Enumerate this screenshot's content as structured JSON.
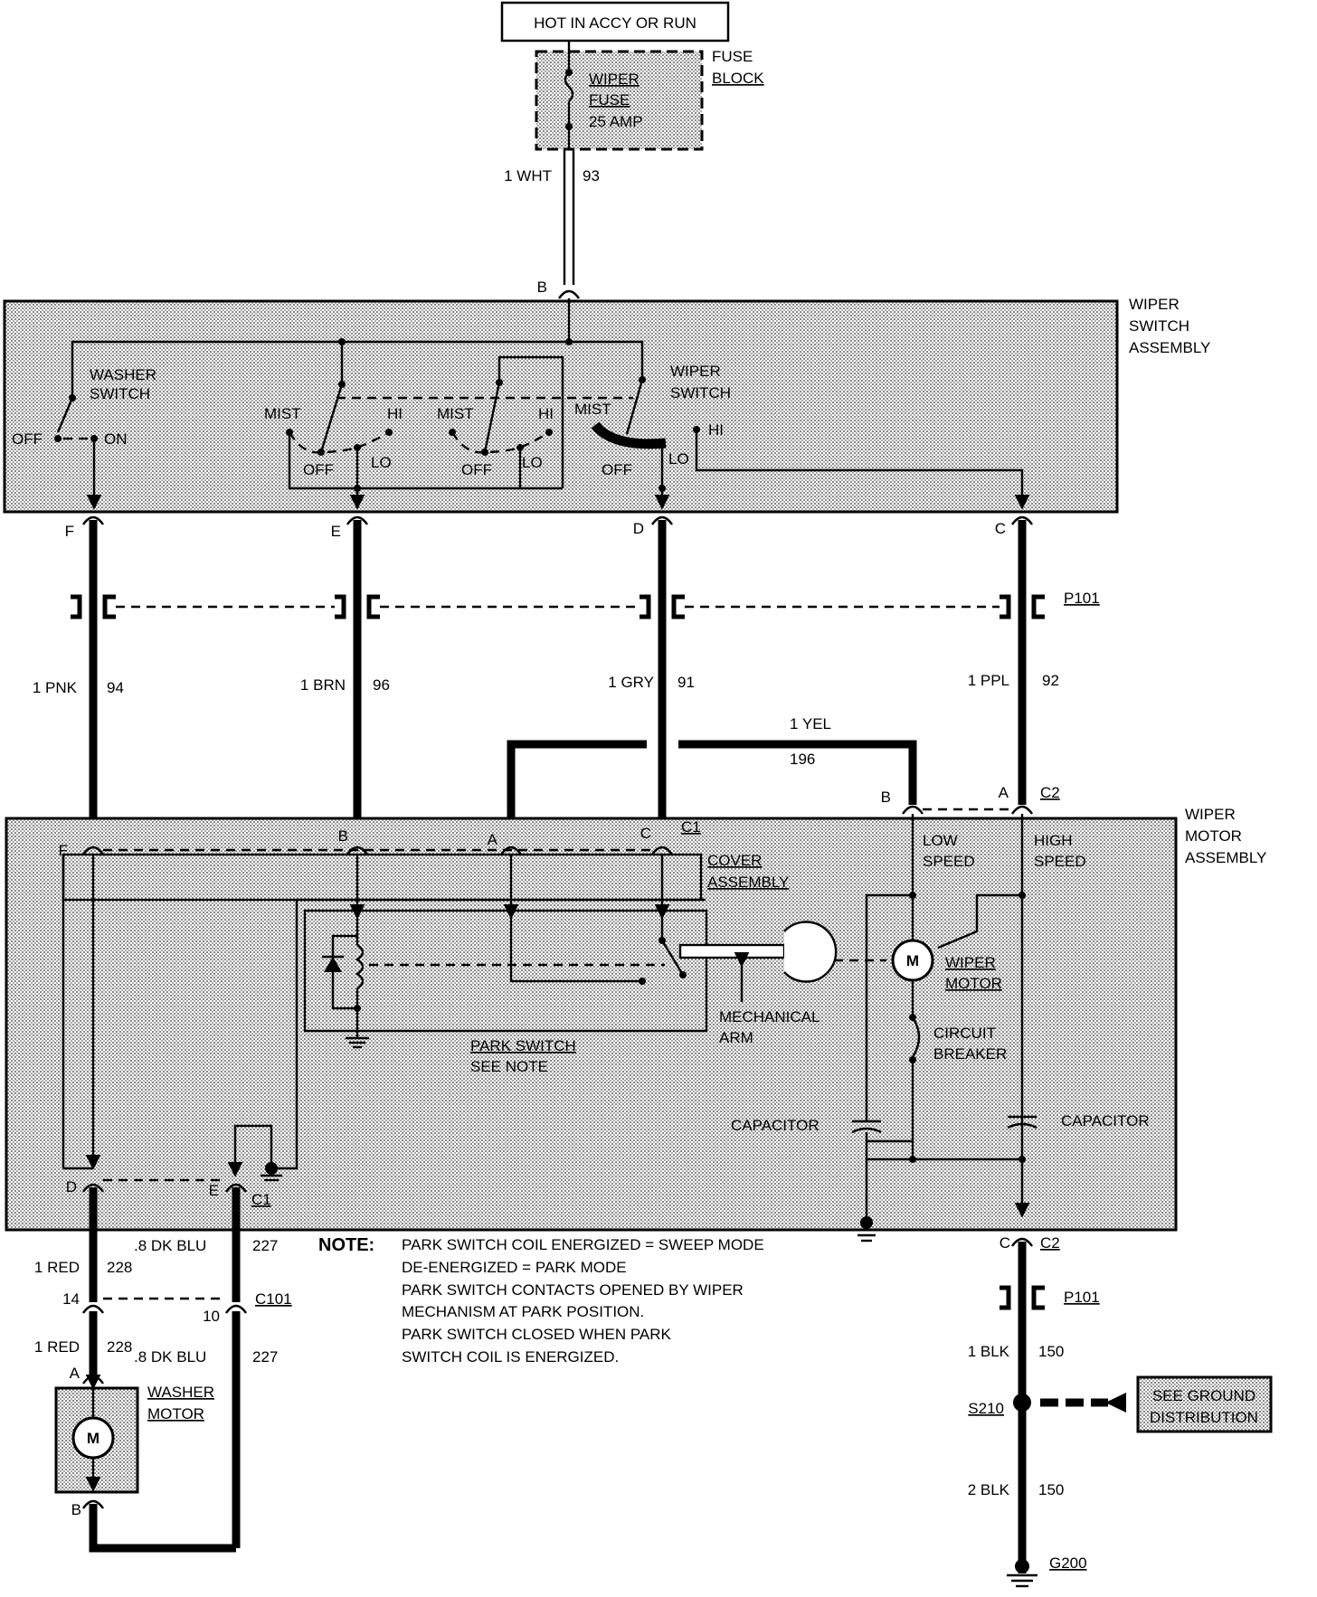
{
  "power_source": "HOT IN ACCY OR RUN",
  "fuse_block": {
    "label_line1": "FUSE",
    "label_line2": "BLOCK",
    "fuse_line1": "WIPER",
    "fuse_line2": "FUSE",
    "fuse_line3": "25 AMP"
  },
  "feed_wire": {
    "label": "1 WHT",
    "circuit": "93",
    "pin": "B"
  },
  "wiper_switch_assembly": {
    "label_line1": "WIPER",
    "label_line2": "SWITCH",
    "label_line3": "ASSEMBLY",
    "washer_switch_line1": "WASHER",
    "washer_switch_line2": "SWITCH",
    "off": "OFF",
    "on": "ON",
    "wiper_switch_line1": "WIPER",
    "wiper_switch_line2": "SWITCH",
    "mist": "MIST",
    "hi": "HI",
    "lo": "LO"
  },
  "switch_pins": [
    "F",
    "E",
    "D",
    "C"
  ],
  "connector_p101": "P101",
  "wires": [
    {
      "label": "1 PNK",
      "circuit": "94"
    },
    {
      "label": "1 BRN",
      "circuit": "96"
    },
    {
      "label": "1 GRY",
      "circuit": "91"
    },
    {
      "label": "1 PPL",
      "circuit": "92"
    }
  ],
  "jumper_wire": {
    "label": "1 YEL",
    "circuit": "196"
  },
  "wiper_motor_assembly": {
    "label_line1": "WIPER",
    "label_line2": "MOTOR",
    "label_line3": "ASSEMBLY",
    "connector_c1": "C1",
    "connector_c2": "C2",
    "c1_pins": [
      "F",
      "B",
      "A",
      "C"
    ],
    "c2_pins": [
      "B",
      "A"
    ],
    "low_speed_line1": "LOW",
    "low_speed_line2": "SPEED",
    "high_speed_line1": "HIGH",
    "high_speed_line2": "SPEED",
    "cover_line1": "COVER",
    "cover_line2": "ASSEMBLY",
    "motor_line1": "WIPER",
    "motor_line2": "MOTOR",
    "motor_symbol": "M",
    "mech_arm_line1": "MECHANICAL",
    "mech_arm_line2": "ARM",
    "breaker_line1": "CIRCUIT",
    "breaker_line2": "BREAKER",
    "capacitor": "CAPACITOR",
    "park_switch_line1": "PARK SWITCH",
    "park_switch_line2": "SEE NOTE",
    "bottom_pins": [
      "D",
      "E"
    ]
  },
  "note": {
    "heading": "NOTE:",
    "lines": [
      "PARK SWITCH COIL ENERGIZED = SWEEP MODE",
      "DE-ENERGIZED = PARK MODE",
      "PARK SWITCH CONTACTS OPENED BY WIPER",
      "MECHANISM AT PARK POSITION.",
      "PARK SWITCH CLOSED WHEN PARK",
      "SWITCH COIL IS ENERGIZED."
    ]
  },
  "washer_circuit": {
    "red_label": "1 RED",
    "red_circuit": "228",
    "blu_label": ".8 DK BLU",
    "blu_circuit": "227",
    "c101": "C101",
    "pin_14": "14",
    "pin_10": "10",
    "motor_line1": "WASHER",
    "motor_line2": "MOTOR",
    "motor_symbol": "M",
    "pin_a": "A",
    "pin_b": "B"
  },
  "ground_circuit": {
    "pin_c": "C",
    "c2": "C2",
    "p101": "P101",
    "wire1_label": "1 BLK",
    "wire1_circuit": "150",
    "splice": "S210",
    "see_ground_line1": "SEE GROUND",
    "see_ground_line2": "DISTRIBUTION",
    "wire2_label": "2 BLK",
    "wire2_circuit": "150",
    "ground": "G200"
  }
}
